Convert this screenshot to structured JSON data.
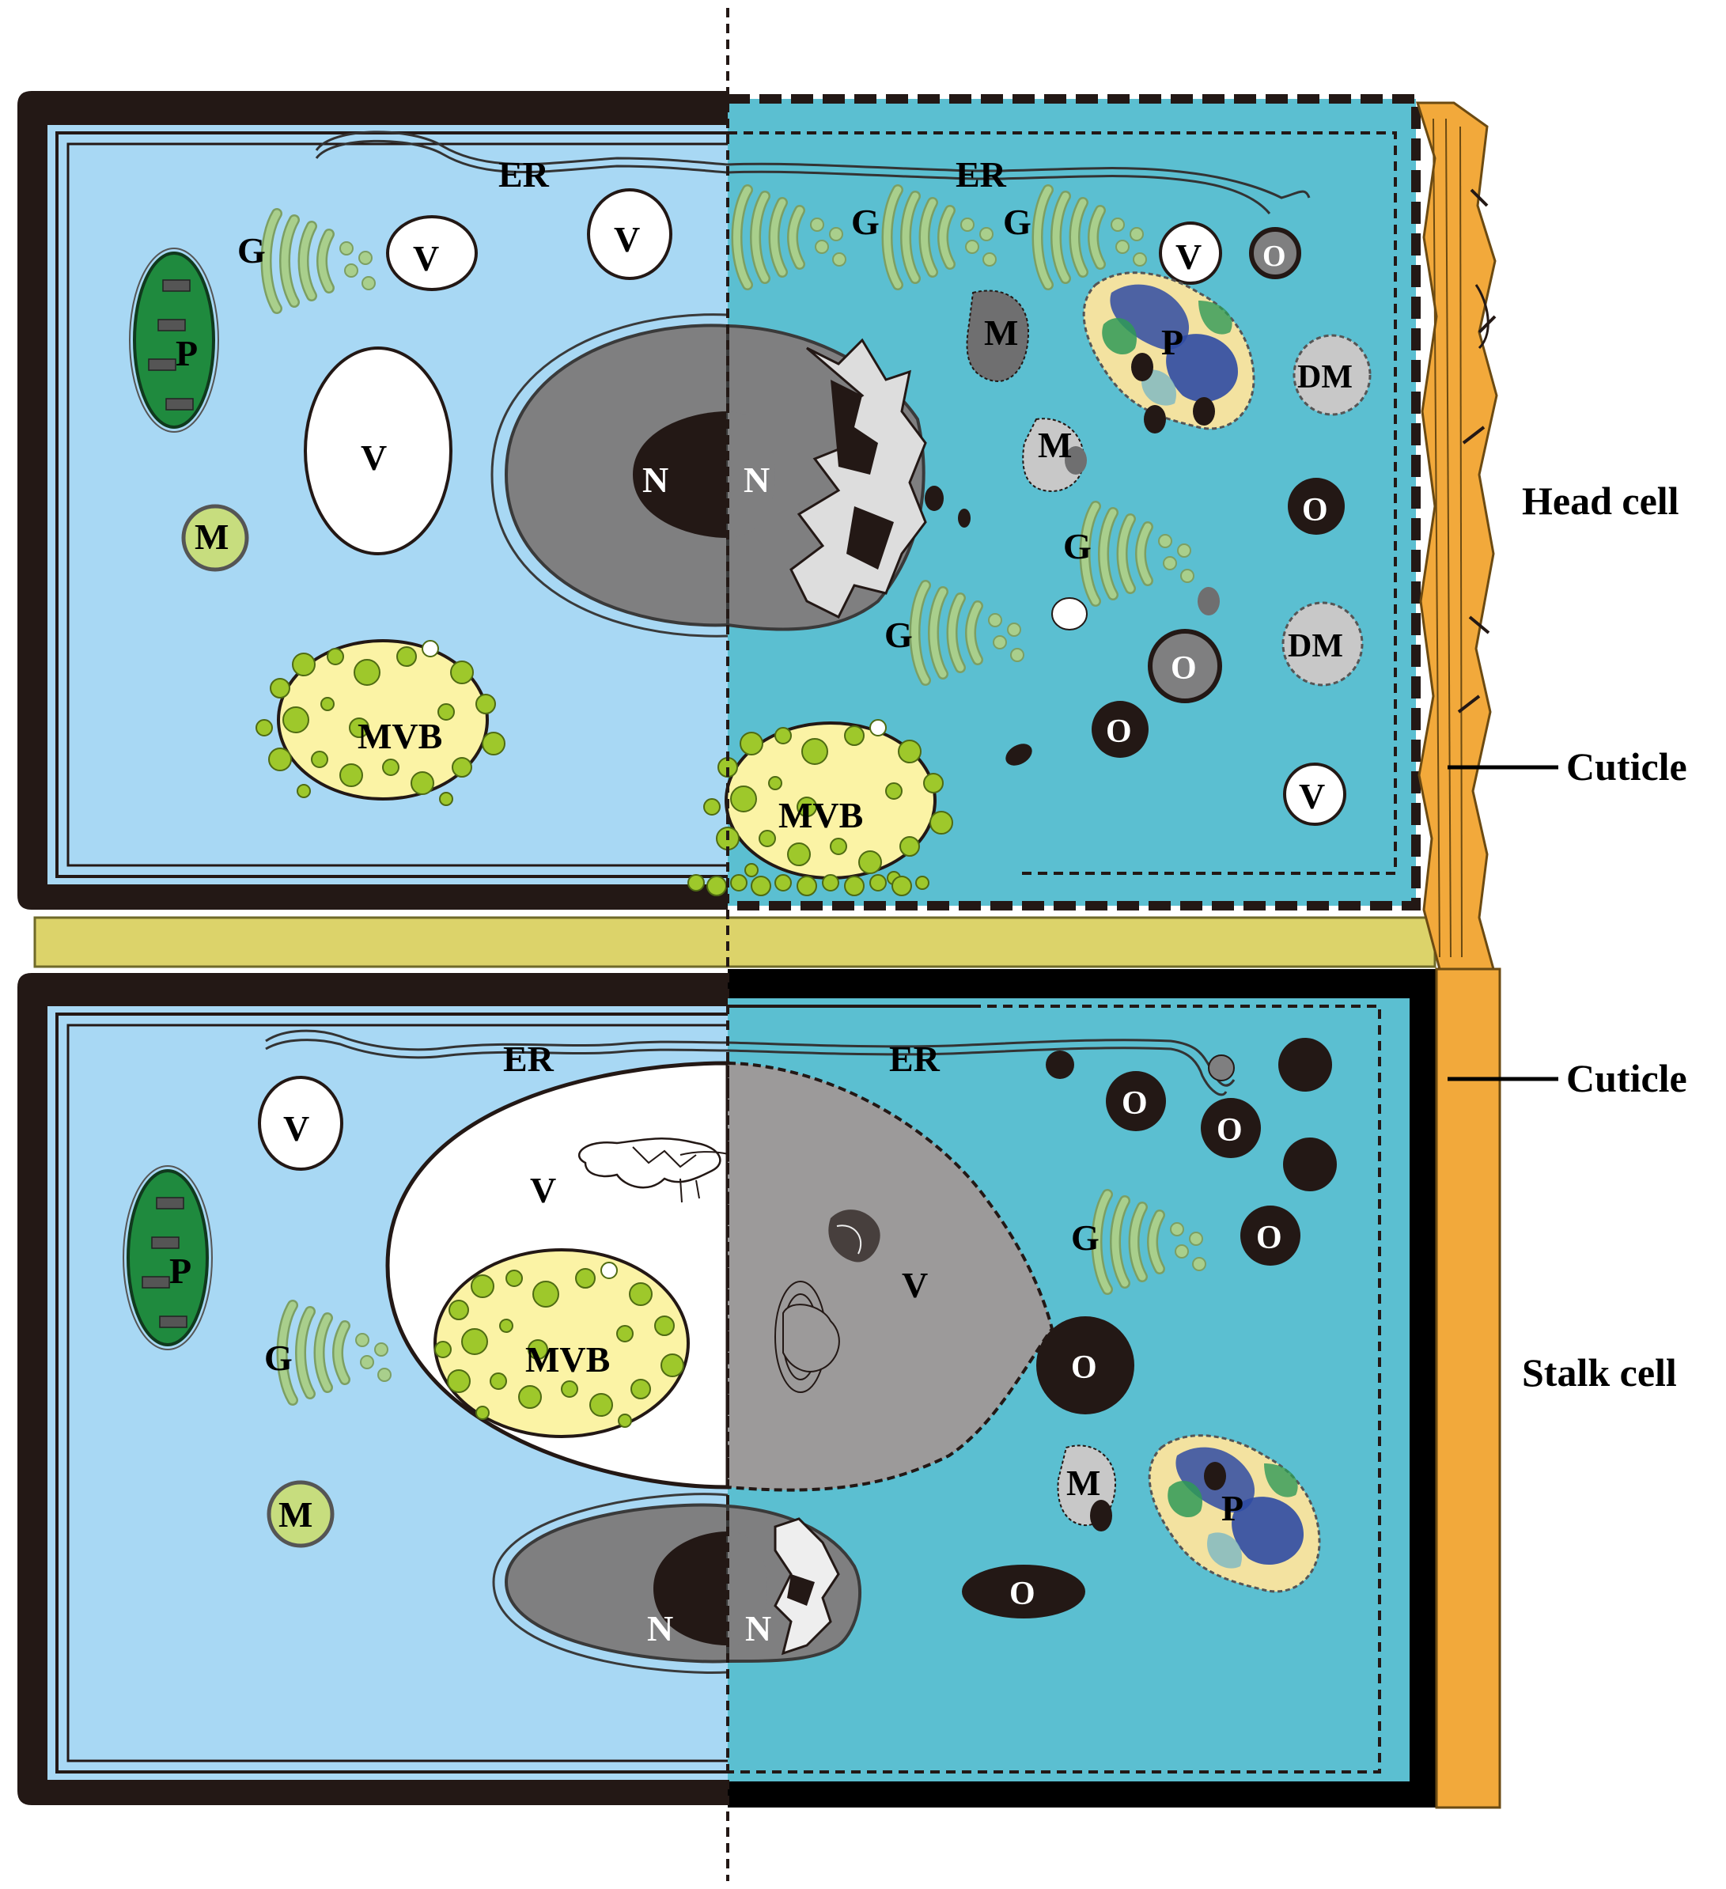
{
  "labels": {
    "er": "ER",
    "golgi": "G",
    "vacuole": "V",
    "plastid": "P",
    "mitochondrion": "M",
    "nucleus": "N",
    "mvb": "MVB",
    "osmiophilic": "O",
    "degenerated_mito": "DM"
  },
  "side_labels": {
    "head_cell": "Head cell",
    "stalk_cell": "Stalk cell",
    "cuticle_top": "Cuticle",
    "cuticle_bottom": "Cuticle"
  },
  "colors": {
    "cell_left": "#a8d8f4",
    "cell_right": "#5bbfd1",
    "wall": "#231815",
    "gland_gap": "#dcd36a",
    "cuticle": "#f2a93b",
    "plastid": "#1f8a3e",
    "mvb": "#fbf3a5",
    "golgi": "#a9cf8c",
    "nucleus": "#7f7f80",
    "osmiophilic": "#231815"
  }
}
